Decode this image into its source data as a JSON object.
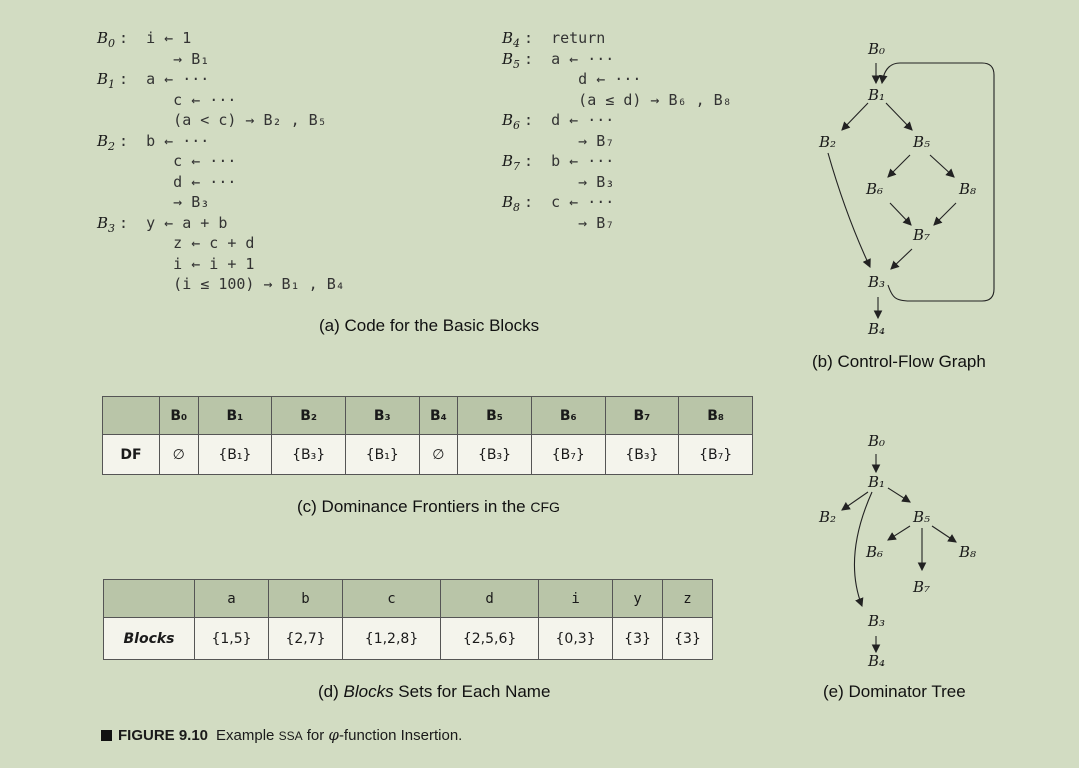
{
  "code_left": [
    {
      "label": "B",
      "sub": "0",
      "text": ":  i ← 1"
    },
    {
      "label": "",
      "sub": "",
      "text": "      → B₁"
    },
    {
      "label": "B",
      "sub": "1",
      "text": ":  a ← ···"
    },
    {
      "label": "",
      "sub": "",
      "text": "      c ← ···"
    },
    {
      "label": "",
      "sub": "",
      "text": "      (a < c) → B₂ , B₅"
    },
    {
      "label": "B",
      "sub": "2",
      "text": ":  b ← ···"
    },
    {
      "label": "",
      "sub": "",
      "text": "      c ← ···"
    },
    {
      "label": "",
      "sub": "",
      "text": "      d ← ···"
    },
    {
      "label": "",
      "sub": "",
      "text": "      → B₃"
    },
    {
      "label": "B",
      "sub": "3",
      "text": ":  y ← a + b"
    },
    {
      "label": "",
      "sub": "",
      "text": "      z ← c + d"
    },
    {
      "label": "",
      "sub": "",
      "text": "      i ← i + 1"
    },
    {
      "label": "",
      "sub": "",
      "text": "      (i ≤ 100) → B₁ , B₄"
    }
  ],
  "code_right": [
    {
      "label": "B",
      "sub": "4",
      "text": ":  return"
    },
    {
      "label": "B",
      "sub": "5",
      "text": ":  a ← ···"
    },
    {
      "label": "",
      "sub": "",
      "text": "      d ← ···"
    },
    {
      "label": "",
      "sub": "",
      "text": "      (a ≤ d) → B₆ , B₈"
    },
    {
      "label": "B",
      "sub": "6",
      "text": ":  d ← ···"
    },
    {
      "label": "",
      "sub": "",
      "text": "      → B₇"
    },
    {
      "label": "B",
      "sub": "7",
      "text": ":  b ← ···"
    },
    {
      "label": "",
      "sub": "",
      "text": "      → B₃"
    },
    {
      "label": "B",
      "sub": "8",
      "text": ":  c ← ···"
    },
    {
      "label": "",
      "sub": "",
      "text": "      → B₇"
    }
  ],
  "captions": {
    "a": "(a) Code for the Basic Blocks",
    "b": "(b) Control-Flow Graph",
    "c_pre": "(c) Dominance Frontiers in the ",
    "c_cfg": "CFG",
    "d_pre": "(d) ",
    "d_it": "Blocks",
    "d_post": " Sets for Each Name",
    "e": "(e) Dominator Tree"
  },
  "df_table": {
    "row_label": "DF",
    "headers": [
      "B₀",
      "B₁",
      "B₂",
      "B₃",
      "B₄",
      "B₅",
      "B₆",
      "B₇",
      "B₈"
    ],
    "values": [
      "∅",
      "{B₁}",
      "{B₃}",
      "{B₁}",
      "∅",
      "{B₃}",
      "{B₇}",
      "{B₃}",
      "{B₇}"
    ]
  },
  "blocks_table": {
    "row_label": "Blocks",
    "headers": [
      "a",
      "b",
      "c",
      "d",
      "i",
      "y",
      "z"
    ],
    "values": [
      "{1,5}",
      "{2,7}",
      "{1,2,8}",
      "{2,5,6}",
      "{0,3}",
      "{3}",
      "{3}"
    ]
  },
  "cfg_nodes": [
    "B₀",
    "B₁",
    "B₂",
    "B₅",
    "B₆",
    "B₈",
    "B₇",
    "B₃",
    "B₄"
  ],
  "domtree_nodes": [
    "B₀",
    "B₁",
    "B₂",
    "B₅",
    "B₆",
    "B₈",
    "B₇",
    "B₃",
    "B₄"
  ],
  "figure": {
    "label": "FIGURE 9.10",
    "text_pre": "Example ",
    "text_ssa": "SSA",
    "text_mid": " for ",
    "phi": "φ",
    "text_post": "-function Insertion."
  }
}
